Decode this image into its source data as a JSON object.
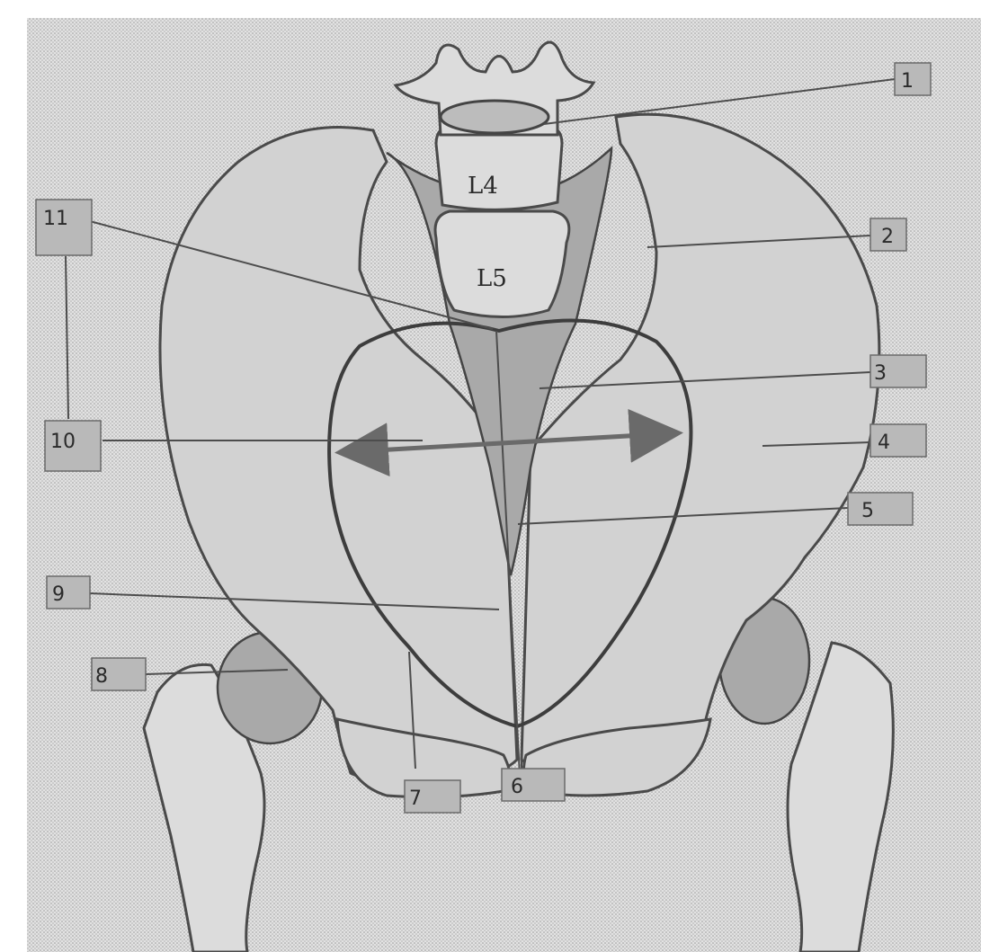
{
  "diagram": {
    "vertebra_labels": {
      "l4": "L4",
      "l5": "L5"
    },
    "labels": [
      {
        "id": "1",
        "text": "1"
      },
      {
        "id": "2",
        "text": "2"
      },
      {
        "id": "3",
        "text": "3"
      },
      {
        "id": "4",
        "text": "4"
      },
      {
        "id": "5",
        "text": "5"
      },
      {
        "id": "6",
        "text": "6"
      },
      {
        "id": "7",
        "text": "7"
      },
      {
        "id": "8",
        "text": "8"
      },
      {
        "id": "9",
        "text": "9"
      },
      {
        "id": "10",
        "text": "10"
      },
      {
        "id": "11",
        "text": "11"
      }
    ]
  }
}
